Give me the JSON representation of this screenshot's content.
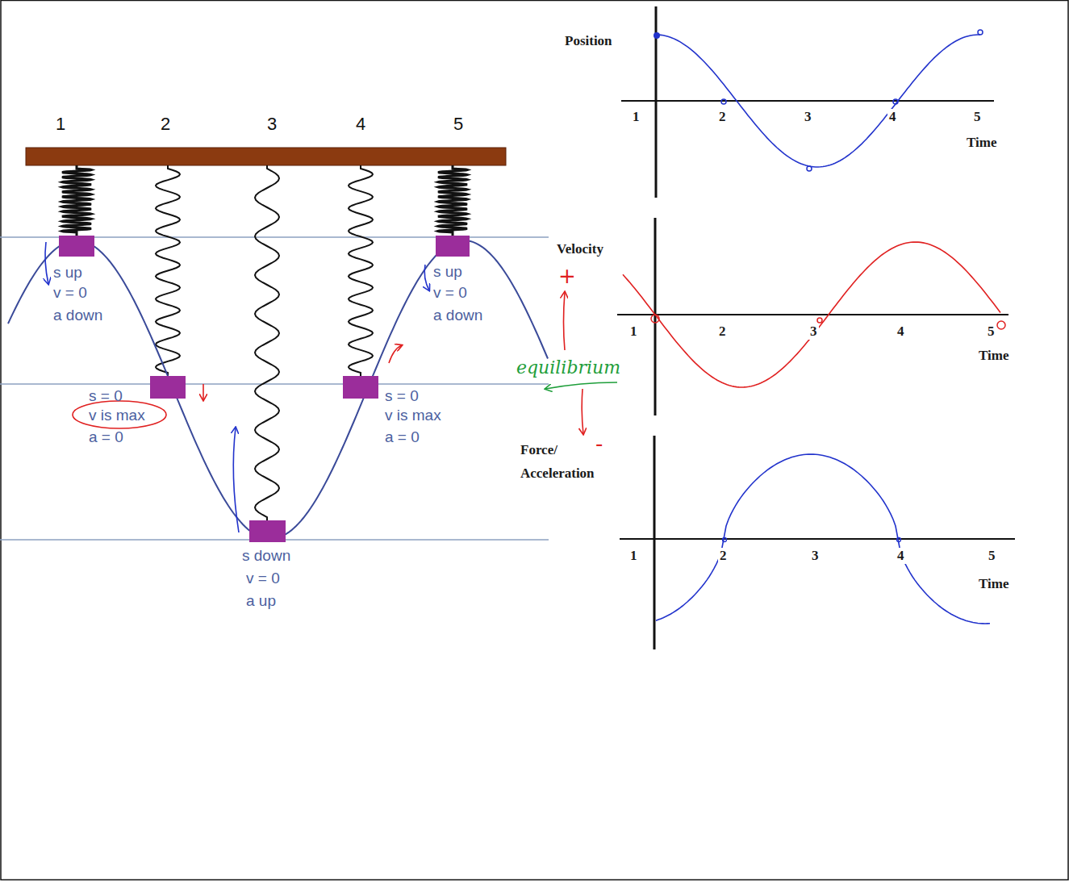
{
  "diagram": {
    "labels": [
      "1",
      "2",
      "3",
      "4",
      "5",
      "s up",
      "v = 0",
      "a down",
      "s = 0",
      "v is max",
      "a = 0",
      "s down",
      "v = 0",
      "a up",
      "s = 0",
      "v is max",
      "a = 0",
      "s up",
      "v = 0",
      "a down",
      "Position",
      "1",
      "2",
      "3",
      "4",
      "5",
      "Time",
      "Velocity",
      "1",
      "2",
      "3",
      "4",
      "5",
      "Time",
      "Force/ Acceleration",
      "1",
      "2",
      "3",
      "4",
      "5",
      "Time",
      "+",
      "equilibrium",
      "-"
    ]
  }
}
